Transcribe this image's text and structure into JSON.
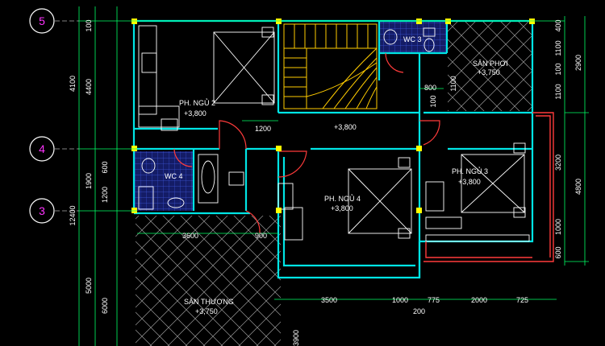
{
  "colors": {
    "background": "#000000",
    "wall": "#00e5e5",
    "dimension": "#00ff66",
    "axis": "#ff33ff",
    "furniture": "#ffffff",
    "stair": "#ffcc00",
    "hatch": "#8a8a8a",
    "railing": "#ff3b3b",
    "tile": "#1e2c8c",
    "column": "#ffff00"
  },
  "axes": [
    {
      "label": "5"
    },
    {
      "label": "4"
    },
    {
      "label": "3"
    }
  ],
  "rooms": {
    "bed2": {
      "name": "PH. NGỦ 2",
      "level": "+3,800"
    },
    "bed4": {
      "name": "PH. NGỦ 4",
      "level": "+3,800"
    },
    "bed3": {
      "name": "PH. NGỦ 3",
      "level": "+3,800"
    },
    "wc3": {
      "name": "WC 3"
    },
    "wc4": {
      "name": "WC 4"
    },
    "san_phoi": {
      "name": "SÂN PHƠI",
      "level": "+3,750"
    },
    "san_thuong": {
      "name": "SÂN THƯỢNG",
      "level": "+3,750"
    },
    "hall": {
      "level": "+3,800"
    }
  },
  "dimensions": {
    "left_outer": [
      "100",
      "4400",
      "1900",
      "5000"
    ],
    "left_mid": [
      "4100",
      "600",
      "1200",
      "6000"
    ],
    "left_total": "12400",
    "right_outer": [
      "2900",
      "4800"
    ],
    "right_inner": [
      "400",
      "1100",
      "100",
      "1100",
      "3200",
      "1000",
      "600"
    ],
    "bottom": [
      "3500",
      "1000",
      "775",
      "2000",
      "725",
      "200"
    ],
    "inner": [
      "1200",
      "800",
      "100",
      "3600",
      "900",
      "1100"
    ],
    "bottom_vertical": "3900"
  }
}
